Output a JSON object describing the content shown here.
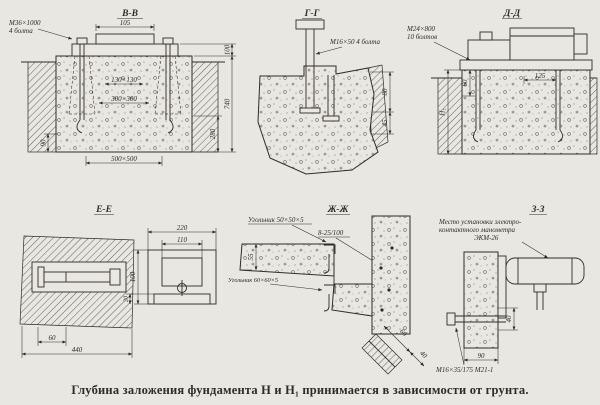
{
  "caption": "Глубина заложения фундамента Н и Н₁ принимается в зависимости от грунта.",
  "colors": {
    "paper": "#e9e7e1",
    "ink": "#2f2c27"
  },
  "views": {
    "vv": {
      "title": "В-В",
      "bolt1": "М36×1000",
      "bolt2": "4 болта",
      "d105": "105",
      "d100": "100",
      "d740": "740",
      "d280": "280",
      "d130": "130×130",
      "d300": "300×300",
      "d500": "500×500",
      "d90": "90"
    },
    "gg": {
      "title": "Г-Г",
      "bolt": "М16×50 4 болта",
      "d80": "80",
      "d45": "45"
    },
    "dd": {
      "title": "Д-Д",
      "bolt1": "М24×800",
      "bolt2": "10 болтов",
      "d125": "125",
      "d60": "60",
      "dH": "Н₁"
    },
    "ee": {
      "title": "Е-Е",
      "d60": "60",
      "d440": "440",
      "d220": "220",
      "d110": "110",
      "d100": "100",
      "d20": "20"
    },
    "zhzh": {
      "title": "Ж-Ж",
      "angle1": "Угольник 50×50×5",
      "angle2": "Угольник 60×60×5",
      "rebar": "8-25/100",
      "d55": "55",
      "d60": "60",
      "d40": "40"
    },
    "zz": {
      "title": "З-З",
      "note1": "Место установки электро-",
      "note2": "контактного манометра",
      "note3": "ЭКМ-26",
      "bolt": "М16×35/175 М21-1",
      "d40": "40",
      "d90": "90"
    }
  }
}
